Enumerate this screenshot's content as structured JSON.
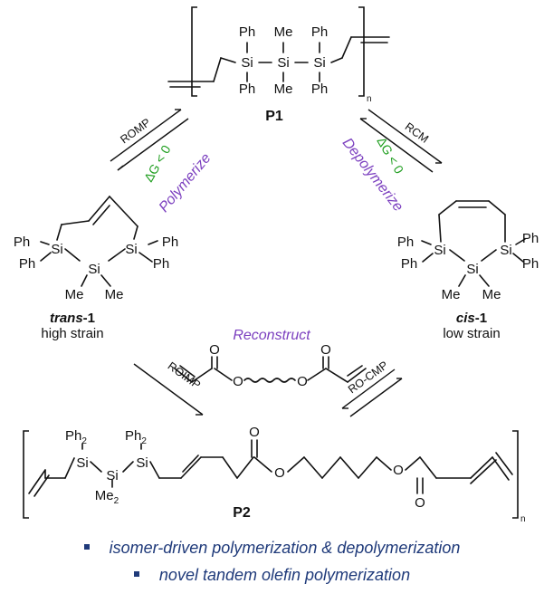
{
  "compounds": {
    "p1_label": "P1",
    "p2_label": "P2",
    "trans_prefix": "trans",
    "trans_suffix": "-1",
    "trans_note": "high strain",
    "cis_prefix": "cis",
    "cis_suffix": "-1",
    "cis_note": "low strain"
  },
  "atoms": {
    "si": "Si",
    "ph": "Ph",
    "me": "Me",
    "o": "O",
    "n": "n",
    "sub2": "2"
  },
  "reactions": {
    "romp": "ROMP",
    "rcm": "RCM",
    "roimp": "ROIMP",
    "rocmp": "RO-CMP",
    "delta_g_left": "ΔG < 0",
    "delta_g_right": "ΔG < 0",
    "polymerize": "Polymerize",
    "depolymerize": "Depolymerize",
    "reconstruct": "Reconstruct"
  },
  "colors": {
    "purple": "#7b3fbf",
    "green": "#1f9e1f",
    "bullet_blue": "#1f3a7a"
  },
  "bullets": [
    "isomer-driven polymerization & depolymerization",
    "novel tandem olefin polymerization"
  ]
}
